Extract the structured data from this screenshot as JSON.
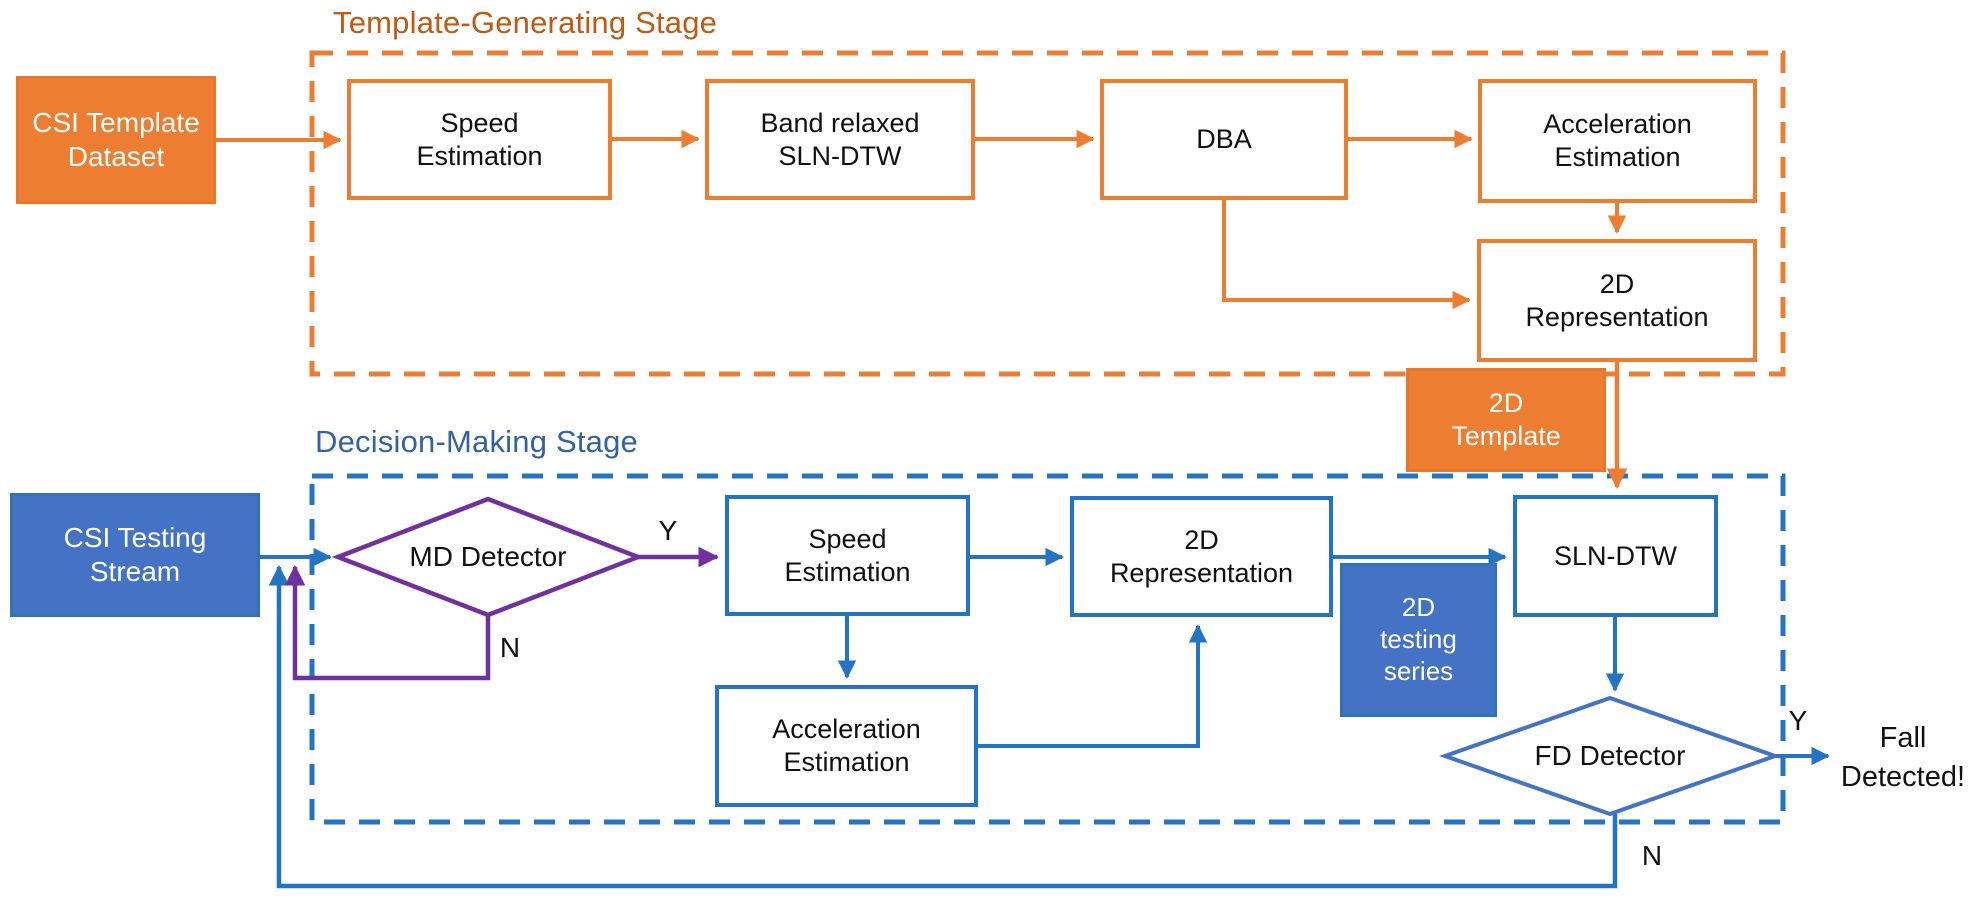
{
  "template_stage": {
    "title": "Template-Generating Stage",
    "csi_template_dataset": "CSI Template\nDataset",
    "speed_estimation": "Speed\nEstimation",
    "band_relaxed_sln_dtw": "Band relaxed\nSLN-DTW",
    "dba": "DBA",
    "acceleration_estimation": "Acceleration\nEstimation",
    "representation_2d": "2D\nRepresentation",
    "template_2d": "2D\nTemplate"
  },
  "decision_stage": {
    "title": "Decision-Making Stage",
    "csi_testing_stream": "CSI Testing\nStream",
    "md_detector": "MD Detector",
    "md_yes": "Y",
    "md_no": "N",
    "speed_estimation": "Speed\nEstimation",
    "acceleration_estimation": "Acceleration\nEstimation",
    "representation_2d": "2D\nRepresentation",
    "testing_series_2d": "2D\ntesting\nseries",
    "sln_dtw": "SLN-DTW",
    "fd_detector": "FD Detector",
    "fd_yes": "Y",
    "fd_no": "N",
    "fall_detected": "Fall\nDetected!"
  },
  "colors": {
    "orange": "#ED7D31",
    "orange_title": "#C05A11",
    "blue_fill": "#4472C4",
    "blue_line": "#2374C5",
    "blue_title": "#34619F",
    "purple": "#7030A0",
    "fd_diamond": "#4472C4"
  }
}
